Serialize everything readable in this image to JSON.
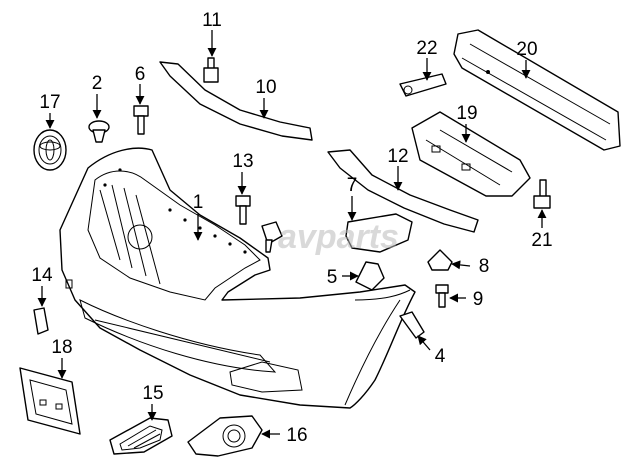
{
  "callouts": [
    {
      "id": "c1",
      "label": "1"
    },
    {
      "id": "c2",
      "label": "2"
    },
    {
      "id": "c4",
      "label": "4"
    },
    {
      "id": "c5",
      "label": "5"
    },
    {
      "id": "c6",
      "label": "6"
    },
    {
      "id": "c7",
      "label": "7"
    },
    {
      "id": "c8",
      "label": "8"
    },
    {
      "id": "c9",
      "label": "9"
    },
    {
      "id": "c10",
      "label": "10"
    },
    {
      "id": "c11",
      "label": "11"
    },
    {
      "id": "c12",
      "label": "12"
    },
    {
      "id": "c13",
      "label": "13"
    },
    {
      "id": "c14",
      "label": "14"
    },
    {
      "id": "c15",
      "label": "15"
    },
    {
      "id": "c16",
      "label": "16"
    },
    {
      "id": "c17",
      "label": "17"
    },
    {
      "id": "c18",
      "label": "18"
    },
    {
      "id": "c19",
      "label": "19"
    },
    {
      "id": "c20",
      "label": "20"
    },
    {
      "id": "c21",
      "label": "21"
    },
    {
      "id": "c22",
      "label": "22"
    }
  ],
  "watermark": "avparts"
}
